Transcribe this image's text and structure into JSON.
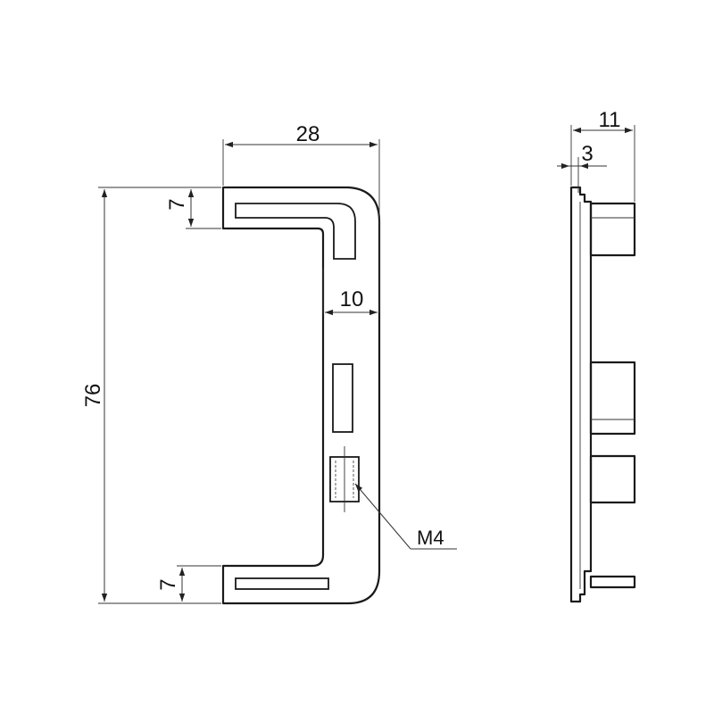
{
  "dimensions": {
    "width_28": "28",
    "opening_10": "10",
    "height_76": "76",
    "top_7": "7",
    "bottom_7": "7",
    "depth_11": "11",
    "flange_3": "3"
  },
  "callouts": {
    "thread": "M4"
  },
  "colors": {
    "line": "#1a1a1a",
    "background": "#ffffff"
  }
}
